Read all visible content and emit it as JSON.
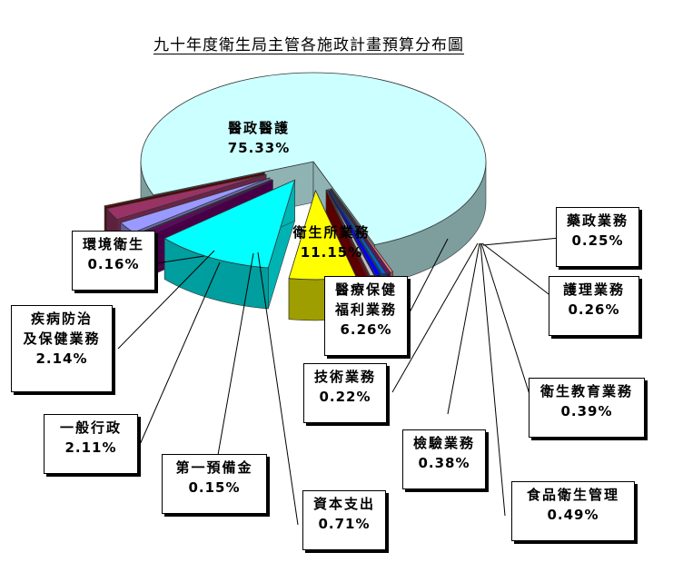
{
  "title": "九十年度衛生局主管各施政計畫預算分布圖",
  "chart_data": {
    "type": "pie",
    "title": "九十年度衛生局主管各施政計畫預算分布圖",
    "unit": "%",
    "three_d": true,
    "exploded": true,
    "categories": [
      "醫政醫護",
      "藥政業務",
      "護理業務",
      "衛生教育業務",
      "食品衛生管理",
      "檢驗業務",
      "技術業務",
      "醫療保健福利業務",
      "衛生所業務",
      "資本支出",
      "第一預備金",
      "一般行政",
      "疾病防治及保健業務",
      "環境衛生"
    ],
    "values": [
      75.33,
      0.25,
      0.26,
      0.39,
      0.49,
      0.38,
      0.22,
      6.26,
      11.15,
      0.71,
      0.15,
      2.11,
      2.14,
      0.16
    ],
    "value_labels": [
      "75.33%",
      "0.25%",
      "0.26%",
      "0.39%",
      "0.49%",
      "0.38%",
      "0.22%",
      "6.26%",
      "11.15%",
      "0.71%",
      "0.15%",
      "2.11%",
      "2.14%",
      "0.16%"
    ],
    "colors": [
      "#ccffff",
      "#ff8080",
      "#800080",
      "#0066cc",
      "#0000ff",
      "#c0c0c0",
      "#800000",
      "#ffff00",
      "#00ffff",
      "#660066",
      "#660099",
      "#9999ff",
      "#993366",
      "#800000"
    ],
    "labels": [
      {
        "name": "醫政醫護",
        "lines": [
          "醫政醫護"
        ],
        "pct": "75.33%"
      },
      {
        "name": "藥政業務",
        "lines": [
          "藥政業務"
        ],
        "pct": "0.25%"
      },
      {
        "name": "護理業務",
        "lines": [
          "護理業務"
        ],
        "pct": "0.26%"
      },
      {
        "name": "衛生教育業務",
        "lines": [
          "衛生教育業務"
        ],
        "pct": "0.39%"
      },
      {
        "name": "食品衛生管理",
        "lines": [
          "食品衛生管理"
        ],
        "pct": "0.49%"
      },
      {
        "name": "檢驗業務",
        "lines": [
          "檢驗業務"
        ],
        "pct": "0.38%"
      },
      {
        "name": "技術業務",
        "lines": [
          "技術業務"
        ],
        "pct": "0.22%"
      },
      {
        "name": "醫療保健福利業務",
        "lines": [
          "醫療保健",
          "福利業務"
        ],
        "pct": "6.26%"
      },
      {
        "name": "衛生所業務",
        "lines": [
          "衛生所業務"
        ],
        "pct": "11.15%"
      },
      {
        "name": "資本支出",
        "lines": [
          "資本支出"
        ],
        "pct": "0.71%"
      },
      {
        "name": "第一預備金",
        "lines": [
          "第一預備金"
        ],
        "pct": "0.15%"
      },
      {
        "name": "一般行政",
        "lines": [
          "一般行政"
        ],
        "pct": "2.11%"
      },
      {
        "name": "疾病防治及保健業務",
        "lines": [
          "疾病防治",
          "及保健業務"
        ],
        "pct": "2.14%"
      },
      {
        "name": "環境衛生",
        "lines": [
          "環境衛生"
        ],
        "pct": "0.16%"
      }
    ]
  }
}
